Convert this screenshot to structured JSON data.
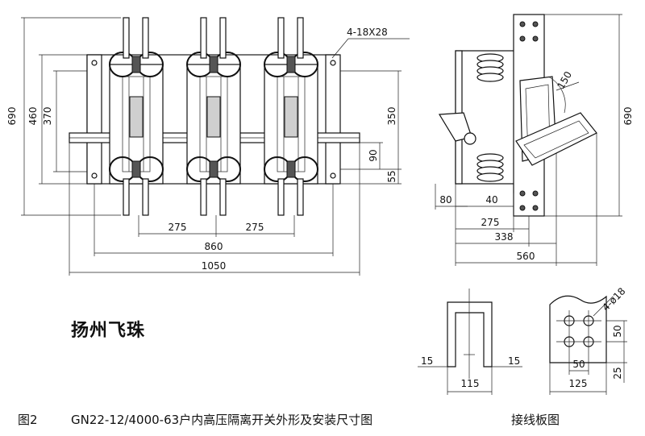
{
  "brand": "扬州飞珠",
  "figure_label": "图2",
  "figure_title": "GN22-12/4000-63户内高压隔离开关外形及安装尺寸图",
  "connection_plate_title": "接线板图",
  "hole_note": "4-18X28",
  "front_view": {
    "overall_height": "690",
    "height_460": "460",
    "height_370": "370",
    "height_350": "350",
    "height_90": "90",
    "height_55": "55",
    "pitch_left": "275",
    "pitch_right": "275",
    "width_860": "860",
    "width_1050": "1050"
  },
  "side_view": {
    "radius": "150",
    "overall_height": "690",
    "dim_80": "80",
    "dim_40": "40",
    "dim_275": "275",
    "dim_338": "338",
    "dim_560": "560"
  },
  "plate_u": {
    "left": "15",
    "right": "15",
    "width": "115"
  },
  "plate_flat": {
    "hole_note": "4-ø18",
    "dim_50_v": "50",
    "dim_25": "25",
    "dim_50_h": "50",
    "width": "125"
  }
}
